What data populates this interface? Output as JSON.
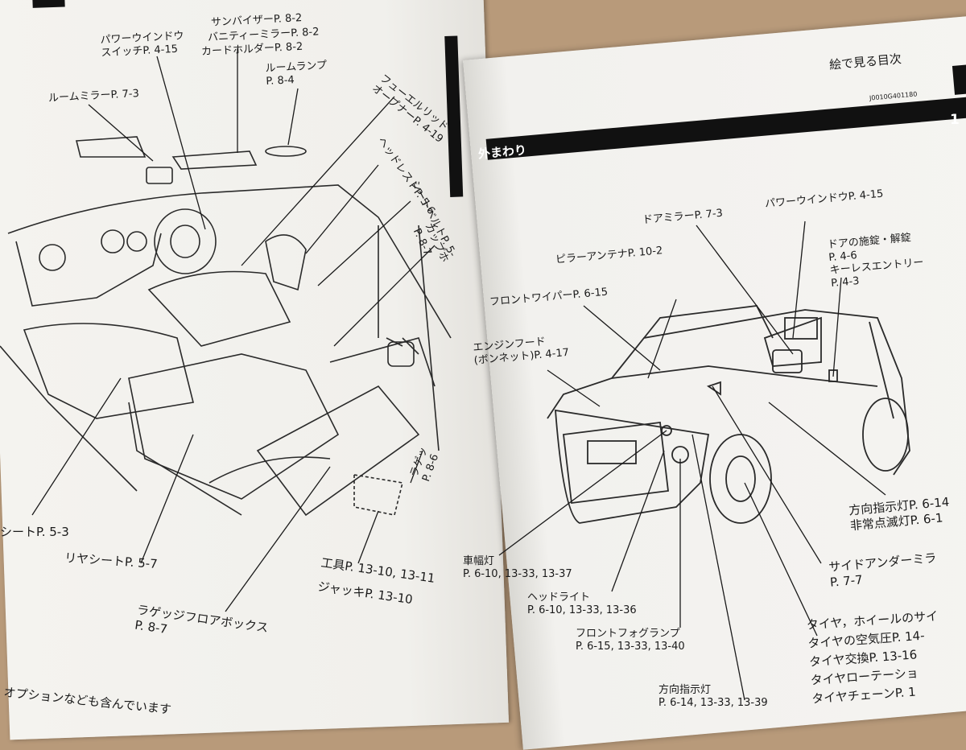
{
  "left_page": {
    "labels": {
      "sunvisor": "サンバイザーP. 8-2",
      "vanity_mirror": "バニティーミラーP. 8-2",
      "card_holder": "カードホルダーP. 8-2",
      "room_lamp": "ルームランプ\nP. 8-4",
      "power_window_switch": "パワーウインドウ\nスイッチP. 4-15",
      "room_mirror": "ルームミラーP. 7-3",
      "fuel_lid": "フューエルリッド\nオープナーP. 4-19",
      "headrest": "ヘッドレストP. 5-6",
      "seatbelt": "シートベルトP. 5-",
      "cupholder": "カップホ\nP. 8-7",
      "seat": "シートP. 5-3",
      "rear_seat": "リヤシートP. 5-7",
      "luggage": "ラゲッ\nP. 8-6",
      "tools": "工具P. 13-10, 13-11",
      "jack": "ジャッキP. 13-10",
      "luggage_floor_box": "ラゲッジフロアボックス\nP. 8-7",
      "footnote": "オプションなども含んでいます"
    }
  },
  "right_page": {
    "header": "絵で見る目次",
    "code": "J0010G401180",
    "chapter": "1",
    "section_title": "外まわり",
    "labels": {
      "door_mirror": "ドアミラーP. 7-3",
      "power_window": "パワーウインドウP. 4-15",
      "door_lock": "ドアの施錠・解錠\nP. 4-6\nキーレスエントリー\nP. 4-3",
      "pillar_antenna": "ピラーアンテナP. 10-2",
      "front_wiper": "フロントワイパーP. 6-15",
      "hood": "エンジンフード\n(ボンネット)P. 4-17",
      "turn_hazard": "方向指示灯P. 6-14\n非常点滅灯P. 6-1",
      "side_under_mirror": "サイドアンダーミラ\nP. 7-7",
      "side_lamp": "車幅灯\nP. 6-10, 13-33, 13-37",
      "headlight": "ヘッドライト\nP. 6-10, 13-33, 13-36",
      "fog_lamp": "フロントフォグランプ\nP. 6-15, 13-33, 13-40",
      "turn_signal": "方向指示灯\nP. 6-14, 13-33, 13-39",
      "tires": "タイヤ，ホイールのサイ\nタイヤの空気圧P. 14-\nタイヤ交換P. 13-16\nタイヤローテーショ\nタイヤチェーンP. 1"
    }
  }
}
